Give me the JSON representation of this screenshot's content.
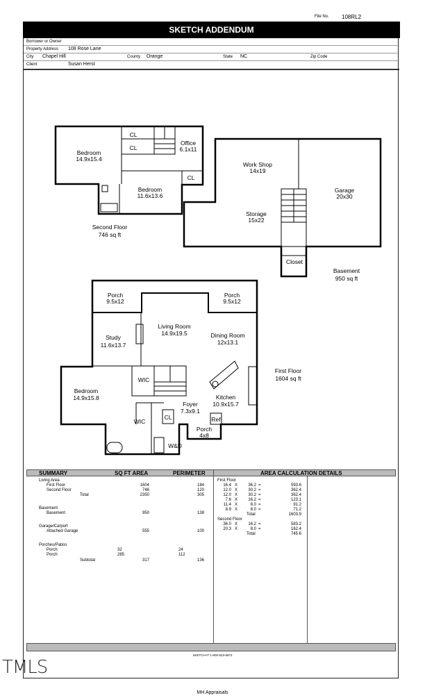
{
  "header": {
    "file_no_label": "File No.",
    "file_no": "108RL2",
    "title": "SKETCH ADDENDUM",
    "borrower_label": "Borrower or Owner",
    "borrower": "",
    "property_address_label": "Property Address",
    "property_address": "108 Rose Lane",
    "city_label": "City",
    "city": "Chapel Hill",
    "county_label": "County",
    "county": "Orange",
    "state_label": "State",
    "state": "NC",
    "zip_label": "Zip Code",
    "zip": "",
    "client_label": "Client",
    "client": "Susan Herst"
  },
  "sketch": {
    "second_floor": {
      "label": "Second Floor",
      "area": "746 sq ft",
      "rooms": [
        {
          "name": "Bedroom",
          "dims": "14.9x15.4"
        },
        {
          "name": "Office",
          "dims": "6.1x11"
        },
        {
          "name": "Bedroom",
          "dims": "11.6x13.6"
        }
      ],
      "closets": [
        "CL",
        "CL",
        "CL"
      ]
    },
    "basement": {
      "label": "Basement",
      "area": "950 sq ft",
      "rooms": [
        {
          "name": "Work Shop",
          "dims": "14x19"
        },
        {
          "name": "Storage",
          "dims": "15x22"
        },
        {
          "name": "Garage",
          "dims": "20x30"
        },
        {
          "name": "Closet",
          "dims": ""
        }
      ]
    },
    "first_floor": {
      "label": "First Floor",
      "area": "1604 sq ft",
      "rooms": [
        {
          "name": "Porch",
          "dims": "9.5x12"
        },
        {
          "name": "Porch",
          "dims": "9.5x12"
        },
        {
          "name": "Living Room",
          "dims": "14.9x19.5"
        },
        {
          "name": "Study",
          "dims": "11.6x13.7"
        },
        {
          "name": "Dining Room",
          "dims": "12x13.1"
        },
        {
          "name": "Bedroom",
          "dims": "14.9x15.8"
        },
        {
          "name": "Kitchen",
          "dims": "10.9x15.7"
        },
        {
          "name": "Foyer",
          "dims": "7.3x9.1"
        },
        {
          "name": "Porch",
          "dims": "4x8"
        }
      ],
      "labels": {
        "wic1": "WIC",
        "wic2": "WIC",
        "cl": "CL",
        "ref": "Ref",
        "wd": "W&D"
      }
    }
  },
  "summary": {
    "headers": {
      "summary": "SUMMARY",
      "area": "SQ FT AREA",
      "perimeter": "PERIMETER",
      "details": "AREA CALCULATION DETAILS"
    },
    "living_area": "Living Area",
    "first_floor": {
      "label": "First Floor",
      "area": "1604",
      "perimeter": "184"
    },
    "second_floor": {
      "label": "Second Floor",
      "area": "746",
      "perimeter": "120"
    },
    "living_total": {
      "label": "Total",
      "area": "2350",
      "perimeter": "305"
    },
    "basement_group": "Basement",
    "basement": {
      "label": "Basement",
      "area": "950",
      "perimeter": "138"
    },
    "garage_group": "Garage/Carport",
    "garage": {
      "label": "Attached Garage",
      "area": "555",
      "perimeter": "100"
    },
    "porches_group": "Porches/Patios",
    "porch1": {
      "label": "Porch",
      "area": "32",
      "perimeter": "24"
    },
    "porch2": {
      "label": "Porch",
      "area": "285",
      "perimeter": "112"
    },
    "porch_subtotal": {
      "label": "Subtotal",
      "area": "317",
      "perimeter": "136"
    }
  },
  "details": {
    "first_floor_label": "First Floor",
    "first_floor_rows": [
      {
        "a": "16.4",
        "x": "X",
        "b": "36.2",
        "eq": "=",
        "r": "593.6"
      },
      {
        "a": "12.0",
        "x": "X",
        "b": "30.2",
        "eq": "=",
        "r": "362.4"
      },
      {
        "a": "12.0",
        "x": "X",
        "b": "30.2",
        "eq": "=",
        "r": "362.4"
      },
      {
        "a": "7.6",
        "x": "X",
        "b": "16.2",
        "eq": "=",
        "r": "123.1"
      },
      {
        "a": "11.4",
        "x": "X",
        "b": "8.0",
        "eq": "=",
        "r": "91.2"
      },
      {
        "a": "8.9",
        "x": "X",
        "b": "8.0",
        "eq": "=",
        "r": "71.2"
      }
    ],
    "first_floor_total_label": "Total",
    "first_floor_total": "1603.9",
    "second_floor_label": "Second Floor",
    "second_floor_rows": [
      {
        "a": "36.0",
        "x": "X",
        "b": "16.2",
        "eq": "=",
        "r": "583.2"
      },
      {
        "a": "20.3",
        "x": "X",
        "b": "8.0",
        "eq": "=",
        "r": "162.4"
      }
    ],
    "second_floor_total_label": "Total",
    "second_floor_total": "745.6"
  },
  "footer": {
    "sketchit": "SKETCH-IT 1-800-523-6872",
    "watermark": "TMLS",
    "company": "MH Appraisals"
  }
}
